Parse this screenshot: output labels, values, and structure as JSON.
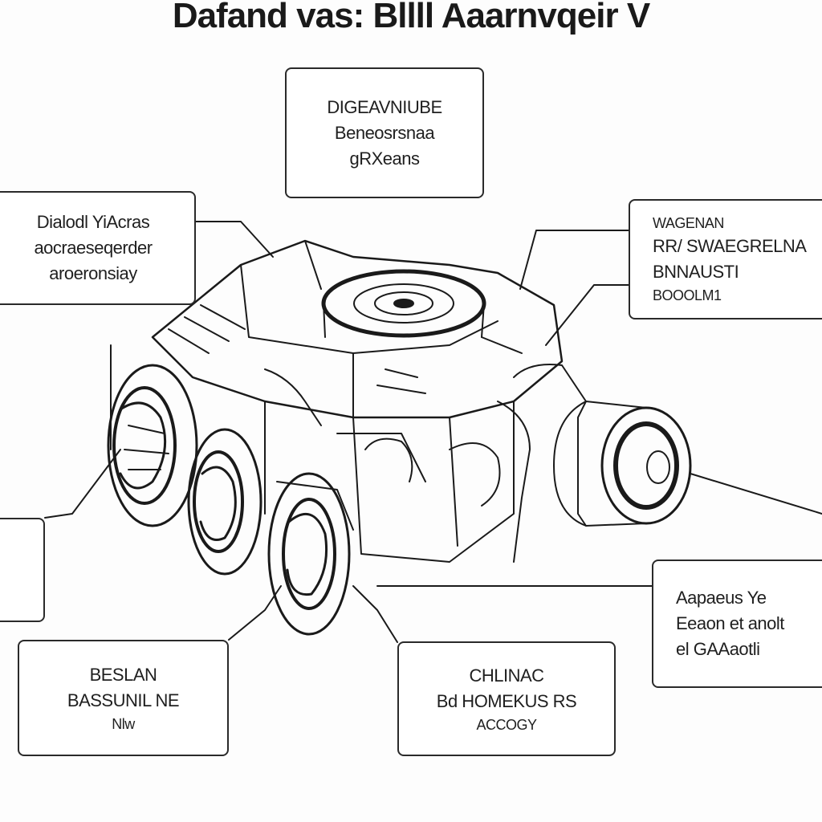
{
  "title": "Dafand vas: Bllll Aaarnvqeir V",
  "callouts": {
    "top": {
      "lines": [
        "DIGEAVNIUBE",
        "Beneosrsnaa",
        "gRXeans"
      ]
    },
    "left": {
      "lines": [
        "Dialodl YiAcras",
        "aocraeseqerder",
        "aroeronsiay"
      ]
    },
    "right": {
      "lines": [
        "WAGENAN",
        "RR/ SWAEGRELNA",
        "BNNAUSTI",
        "BOOOLM1"
      ]
    },
    "left_mid": {
      "lines": []
    },
    "bot_left": {
      "lines": [
        "BESLAN",
        "BASSUNIL NE",
        "Nlw"
      ]
    },
    "bot_mid": {
      "lines": [
        "CHLINAC",
        "Bd HOMEKUS RS",
        "ACCOGY"
      ]
    },
    "bot_right": {
      "lines": [
        "Aapaeus Ye",
        "Eeaon et anolt",
        "el GAAaotli"
      ]
    }
  },
  "colors": {
    "ink": "#1a1a1a",
    "paper": "#fdfdfd",
    "box_border": "#2a2a2a"
  }
}
